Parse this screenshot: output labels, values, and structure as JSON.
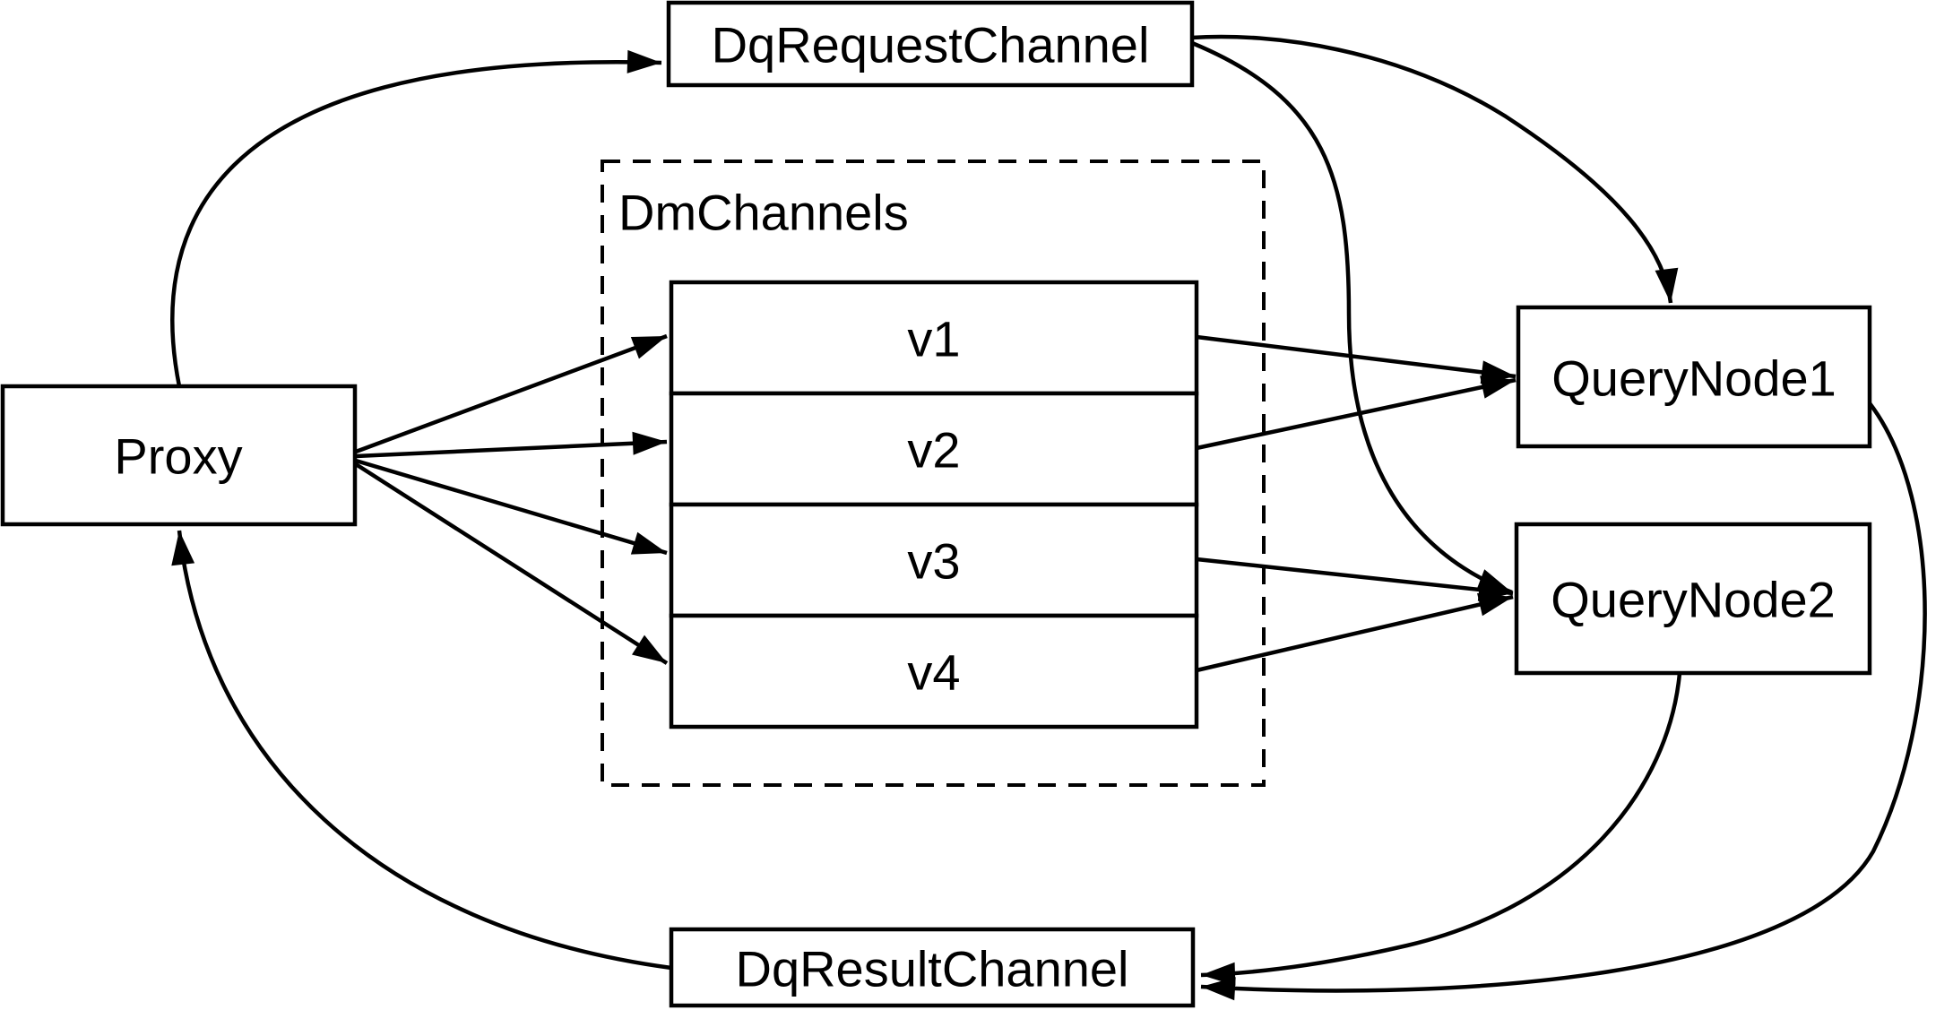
{
  "diagram": {
    "background": "#ffffff",
    "stroke_color": "#000000",
    "nodes": {
      "dq_request_channel": {
        "label": "DqRequestChannel"
      },
      "proxy": {
        "label": "Proxy"
      },
      "dm_channels_group": {
        "label": "DmChannels"
      },
      "channels": [
        {
          "label": "v1"
        },
        {
          "label": "v2"
        },
        {
          "label": "v3"
        },
        {
          "label": "v4"
        }
      ],
      "query_node_1": {
        "label": "QueryNode1"
      },
      "query_node_2": {
        "label": "QueryNode2"
      },
      "dq_result_channel": {
        "label": "DqResultChannel"
      }
    },
    "edges": [
      {
        "from": "Proxy",
        "to": "DqRequestChannel"
      },
      {
        "from": "DqRequestChannel",
        "to": "QueryNode1"
      },
      {
        "from": "DqRequestChannel",
        "to": "QueryNode2"
      },
      {
        "from": "Proxy",
        "to": "v1"
      },
      {
        "from": "Proxy",
        "to": "v2"
      },
      {
        "from": "Proxy",
        "to": "v3"
      },
      {
        "from": "Proxy",
        "to": "v4"
      },
      {
        "from": "v1",
        "to": "QueryNode1"
      },
      {
        "from": "v2",
        "to": "QueryNode1"
      },
      {
        "from": "v3",
        "to": "QueryNode2"
      },
      {
        "from": "v4",
        "to": "QueryNode2"
      },
      {
        "from": "QueryNode1",
        "to": "DqResultChannel"
      },
      {
        "from": "QueryNode2",
        "to": "DqResultChannel"
      },
      {
        "from": "DqResultChannel",
        "to": "Proxy"
      }
    ]
  }
}
